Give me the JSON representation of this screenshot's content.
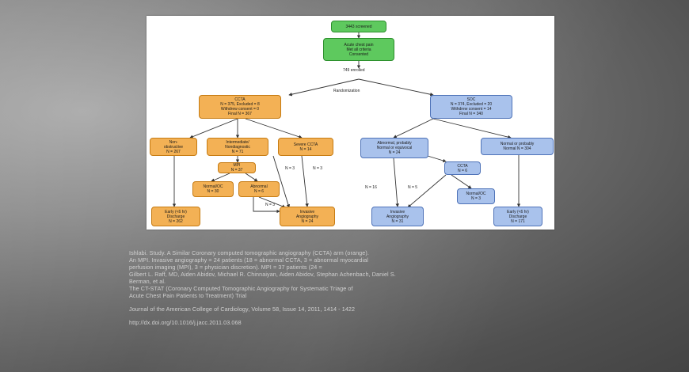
{
  "figure": {
    "boxes": {
      "screened": "3443 screened",
      "chest_pain": "Acute chest pain\nMet all criteria\nConsented",
      "ccta": "CCTA\nN = 375, Excluded = 8\nWithdrew consent = 0\nFinal N = 367",
      "soc": "SOC\nN = 374, Excluded = 20\nWithdrew consent = 14\nFinal N = 340",
      "nonobs": "Non-\nobstructive\nN = 267",
      "intermediate": "Intermediate/\nNondiagnostic\nN = 71",
      "severe": "Severe CCTA\nN = 14",
      "mpi": "MPI\nN = 37",
      "normal_mpi": "Normal/OC\nN = 30",
      "abnormal_mpi": "Abnormal\nN = 6",
      "ed_ccta": "Early (<6 hr)\nDischarge\nN = 262",
      "invasive_ccta": "Invasive\nAngiography\nN = 24",
      "abn_soc": "Abnormal, probably\nNormal or equivocal\nN = 24",
      "soc_ccta": "CCTA\nN = 6",
      "normal_soc": "Normal/OC\nN = 3",
      "abn_right": "Normal or probably\nNormal N = 304",
      "invasive_soc": "Invasive\nAngiography\nN = 31",
      "ed_soc": "Early (<6 hr)\nDischarge\nN = 171"
    },
    "labels": {
      "enrolled": "749 enrolled",
      "randomization": "Randomization",
      "n3a": "N = 3",
      "n3b": "N = 3",
      "n3c": "N = 3",
      "n16": "N = 16",
      "n5": "N = 5"
    }
  },
  "caption": {
    "lines": [
      "Ishlabi. Study. A Similar Coronary computed tomographic angiography (CCTA) arm (orange).",
      "An MPI. Invasive angiography = 24 patients (18 = abnormal CCTA, 3 = abnormal myocardial",
      "perfusion imaging (MPI), 3 = physician discretion). MPI = 37 patients (24 =",
      "Gilbert L. Raff, MD, Aiden Abidov, Michael R. Chinnaiyan, Aiden Abidov, Stephan Achenbach, Daniel S.",
      "Berman, et al.",
      "The CT-STAT (Coronary Computed Tomographic Angiography for Systematic Triage of",
      "Acute Chest Pain Patients to Treatment) Trial"
    ],
    "journal": "Journal of the American College of Cardiology, Volume 58, Issue 14, 2011, 1414 - 1422",
    "doi": "http://dx.doi.org/10.1016/j.jacc.2011.03.068"
  }
}
